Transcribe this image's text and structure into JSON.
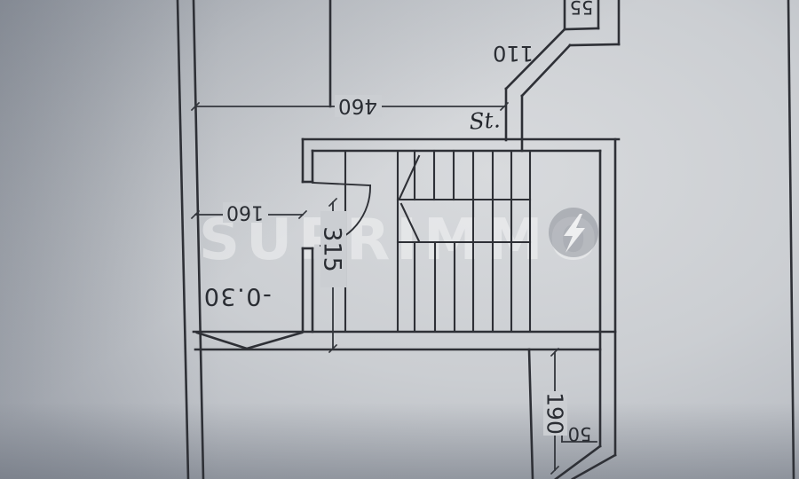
{
  "watermark": {
    "text": "SUPRIMMO",
    "logo": "lightning-bolt-icon"
  },
  "plan": {
    "stair_label": "St.",
    "level_marker": "-0.30",
    "dimensions": {
      "top_width": "460",
      "left_room_width": "160",
      "stair_run": "315",
      "bottom_right_height": "190",
      "chamfer_offset": "50",
      "upper_corridor": "110",
      "top_shaft": "55"
    }
  },
  "colors": {
    "paper": "#cdd0d4",
    "ink": "#2e3036",
    "watermark_text": "#ffffff"
  }
}
